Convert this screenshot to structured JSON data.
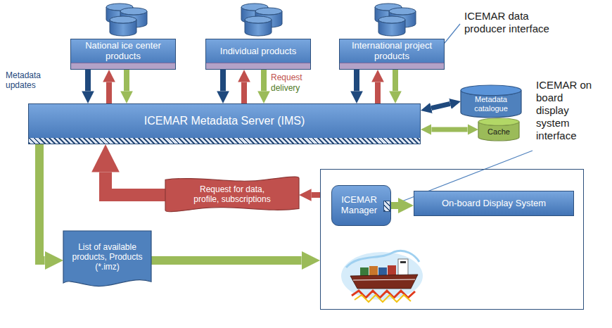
{
  "diagram": {
    "nodes": [
      {
        "text": [
          "National ice center products"
        ]
      },
      {
        "text": [
          "Individual products"
        ]
      },
      {
        "text": [
          "International project products"
        ]
      },
      {
        "text": [
          "ICEMAR Metadata Server (IMS)"
        ]
      },
      {
        "text": [
          "Metadata catalogue"
        ]
      },
      {
        "text": [
          "Cache"
        ]
      },
      {
        "text": [
          "Request for data, profile, subscriptions"
        ]
      },
      {
        "text": [
          "List of available products, Products (*.imz)"
        ]
      },
      {
        "text": []
      },
      {
        "text": [
          "ICEMAR Manager"
        ],
        "in": 8
      },
      {
        "text": [
          "On-board Display System"
        ],
        "in": 8
      }
    ],
    "edges": [
      {
        "from": 0,
        "to": 3,
        "arrow": "to"
      },
      {
        "from": 3,
        "to": 0,
        "arrow": "to"
      },
      {
        "from": 0,
        "to": 3,
        "arrow": "to"
      },
      {
        "from": 1,
        "to": 3,
        "arrow": "to"
      },
      {
        "from": 3,
        "to": 1,
        "arrow": "to"
      },
      {
        "from": 1,
        "to": 3,
        "arrow": "to"
      },
      {
        "from": 2,
        "to": 3,
        "arrow": "to"
      },
      {
        "from": 3,
        "to": 2,
        "arrow": "to"
      },
      {
        "from": 2,
        "to": 3,
        "arrow": "to"
      },
      {
        "from": 3,
        "to": 4,
        "arrow": "both"
      },
      {
        "from": 3,
        "to": 5,
        "arrow": "both"
      },
      {
        "from": 3,
        "to": 7,
        "arrow": "to"
      },
      {
        "from": 7,
        "to": 8,
        "arrow": "to"
      },
      {
        "from": 8,
        "to": 6,
        "arrow": "to"
      },
      {
        "from": 6,
        "to": 3,
        "arrow": "to"
      },
      {
        "from": 9,
        "to": 10,
        "arrow": "to"
      }
    ],
    "labels": [
      "ICEMAR data producer interface",
      "ICEMAR on board display system interface",
      "Metadata updates",
      "Request",
      "delivery"
    ]
  }
}
